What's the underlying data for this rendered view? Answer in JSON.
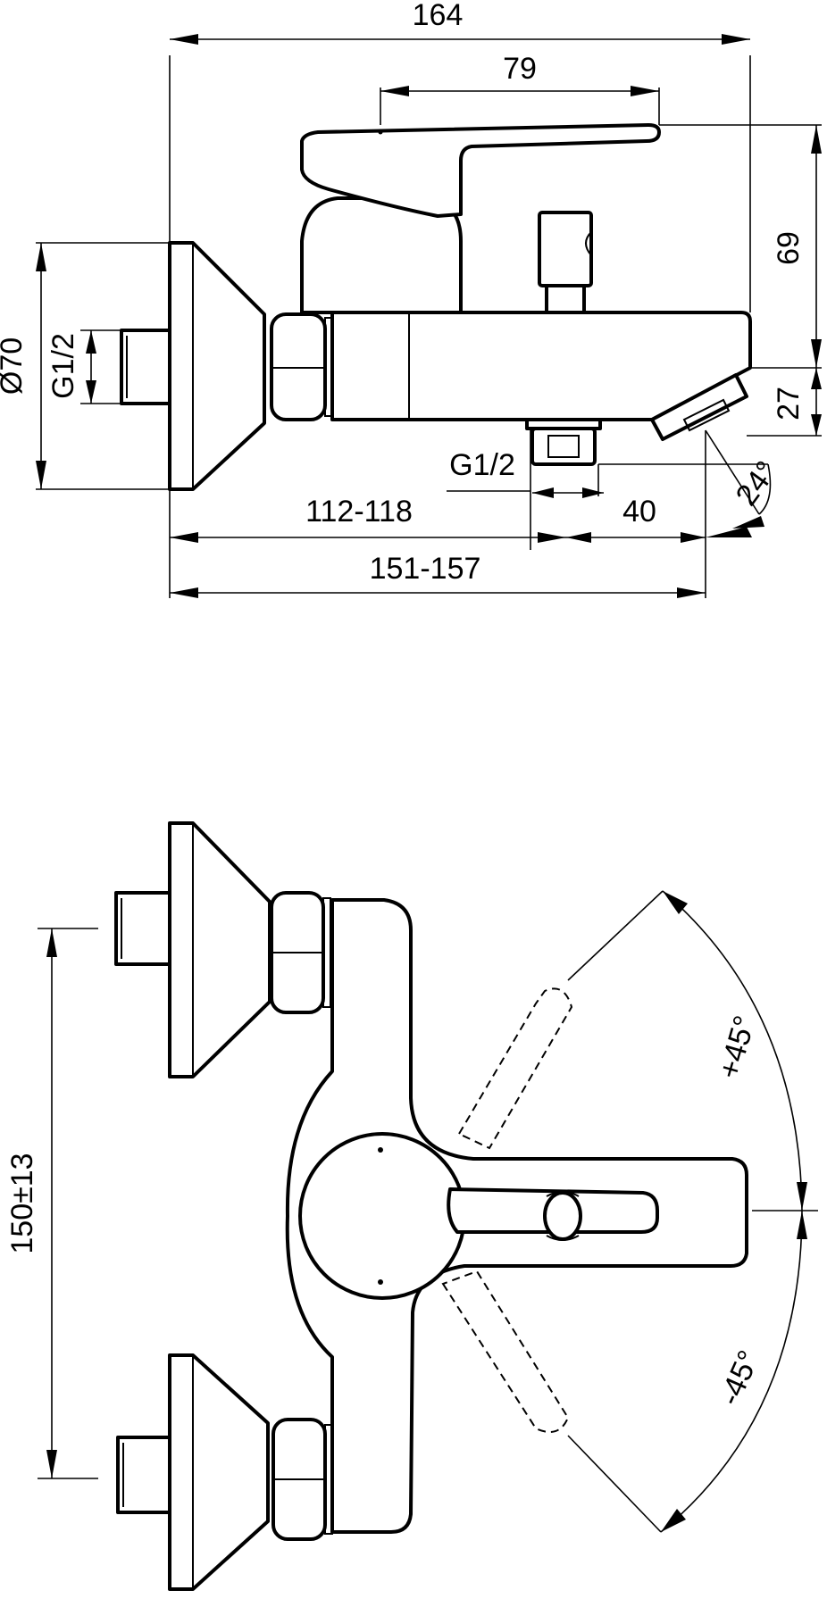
{
  "side_view": {
    "dim_total_width": "164",
    "dim_handle_offset": "79",
    "dim_height": "69",
    "dim_diameter": "Ø70",
    "dim_thread_wall": "G1/2",
    "dim_thread_outlet": "G1/2",
    "dim_outlet_to_wall": "112-118",
    "dim_spout_offset": "40",
    "dim_overall_depth": "151-157",
    "dim_spout_height": "27",
    "dim_spout_angle": "24°"
  },
  "top_view": {
    "dim_inlet_spacing": "150±13",
    "dim_rotation_plus": "+45°",
    "dim_rotation_minus": "-45°"
  },
  "colors": {
    "line": "#000000",
    "background": "#ffffff"
  }
}
